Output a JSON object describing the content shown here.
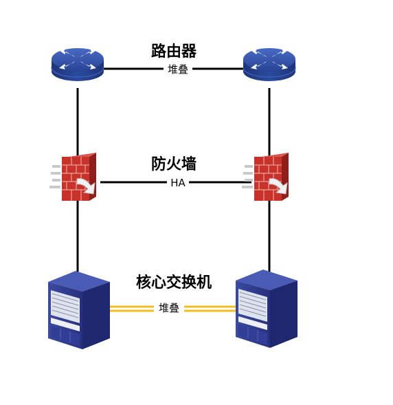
{
  "tiers": {
    "router": {
      "title": "路由器",
      "link_label": "堆叠"
    },
    "firewall": {
      "title": "防火墙",
      "link_label": "HA"
    },
    "core_switch": {
      "title": "核心交换机",
      "link_label": "堆叠"
    }
  },
  "colors": {
    "line": "#000000",
    "stack_link": "#f5bd1f",
    "router_blue": "#2d4a9b",
    "firewall_red": "#c8322a",
    "switch_navy": "#2b3585"
  },
  "icons": {
    "router": "router-icon",
    "firewall": "firewall-icon",
    "switch": "core-switch-icon"
  }
}
